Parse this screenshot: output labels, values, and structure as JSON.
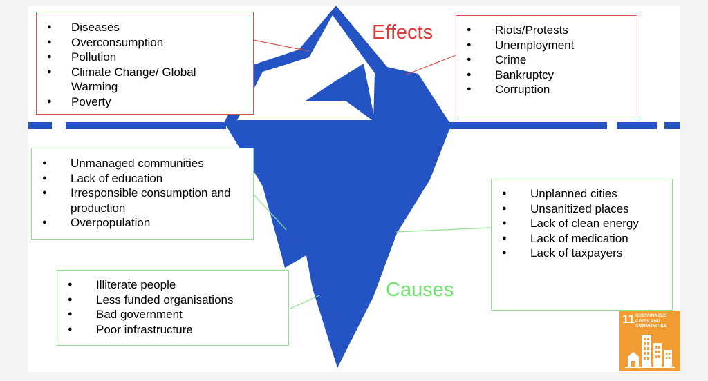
{
  "headings": {
    "effects": "Effects",
    "causes": "Causes"
  },
  "boxes": {
    "effects_left": [
      "Diseases",
      "Overconsumption",
      "Pollution",
      "Climate Change/ Global Warming",
      "Poverty"
    ],
    "effects_right": [
      "Riots/Protests",
      "Unemployment",
      "Crime",
      "Bankruptcy",
      "Corruption"
    ],
    "causes_upper_left": [
      "Unmanaged communities",
      "Lack of education",
      "Irresponsible consumption and production",
      "Overpopulation"
    ],
    "causes_right": [
      "Unplanned cities",
      "Unsanitized places",
      "Lack of clean energy",
      "Lack of medication",
      "Lack of taxpayers"
    ],
    "causes_lower_left": [
      "Illiterate people",
      "Less funded organisations",
      "Bad government",
      "Poor infrastructure"
    ]
  },
  "badge": {
    "number": "11",
    "label": "SUSTAINABLE CITIES AND COMMUNITIES",
    "icon": "city-buildings-icon"
  },
  "colors": {
    "iceberg": "#2453c3",
    "effects": "#e03b3b",
    "causes": "#6de36d",
    "effects_border": "#d9534f",
    "causes_border": "#8fe08f",
    "badge": "#f39c33"
  }
}
